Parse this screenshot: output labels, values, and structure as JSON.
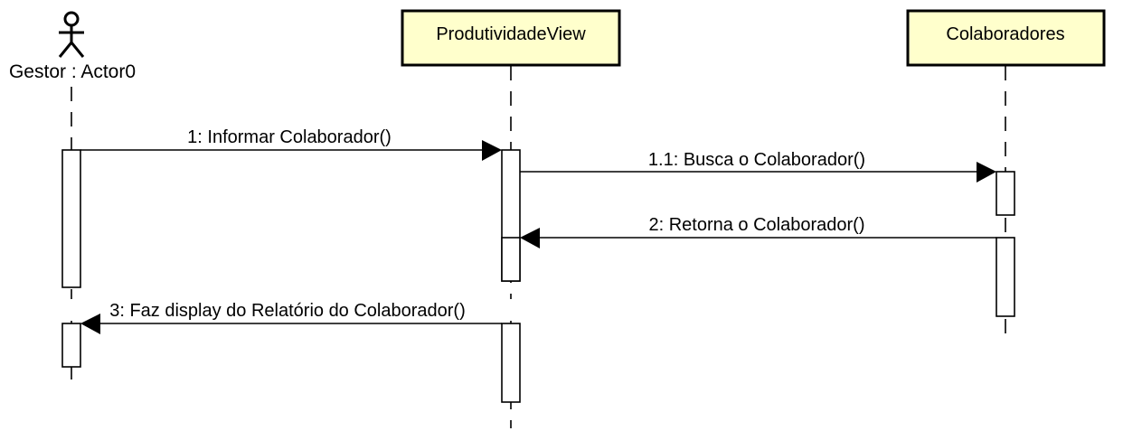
{
  "participants": {
    "actor": {
      "label": "Gestor : Actor0"
    },
    "view": {
      "label": "ProdutividadeView"
    },
    "store": {
      "label": "Colaboradores"
    }
  },
  "messages": [
    {
      "label": "1: Informar Colaborador()",
      "from": "actor",
      "to": "view"
    },
    {
      "label": "1.1: Busca o Colaborador()",
      "from": "view",
      "to": "store"
    },
    {
      "label": "2: Retorna o Colaborador()",
      "from": "store",
      "to": "view"
    },
    {
      "label": "3: Faz display do Relatório do Colaborador()",
      "from": "view",
      "to": "actor"
    }
  ],
  "colors": {
    "participant_fill": "#ffffcc",
    "line": "#000000"
  }
}
